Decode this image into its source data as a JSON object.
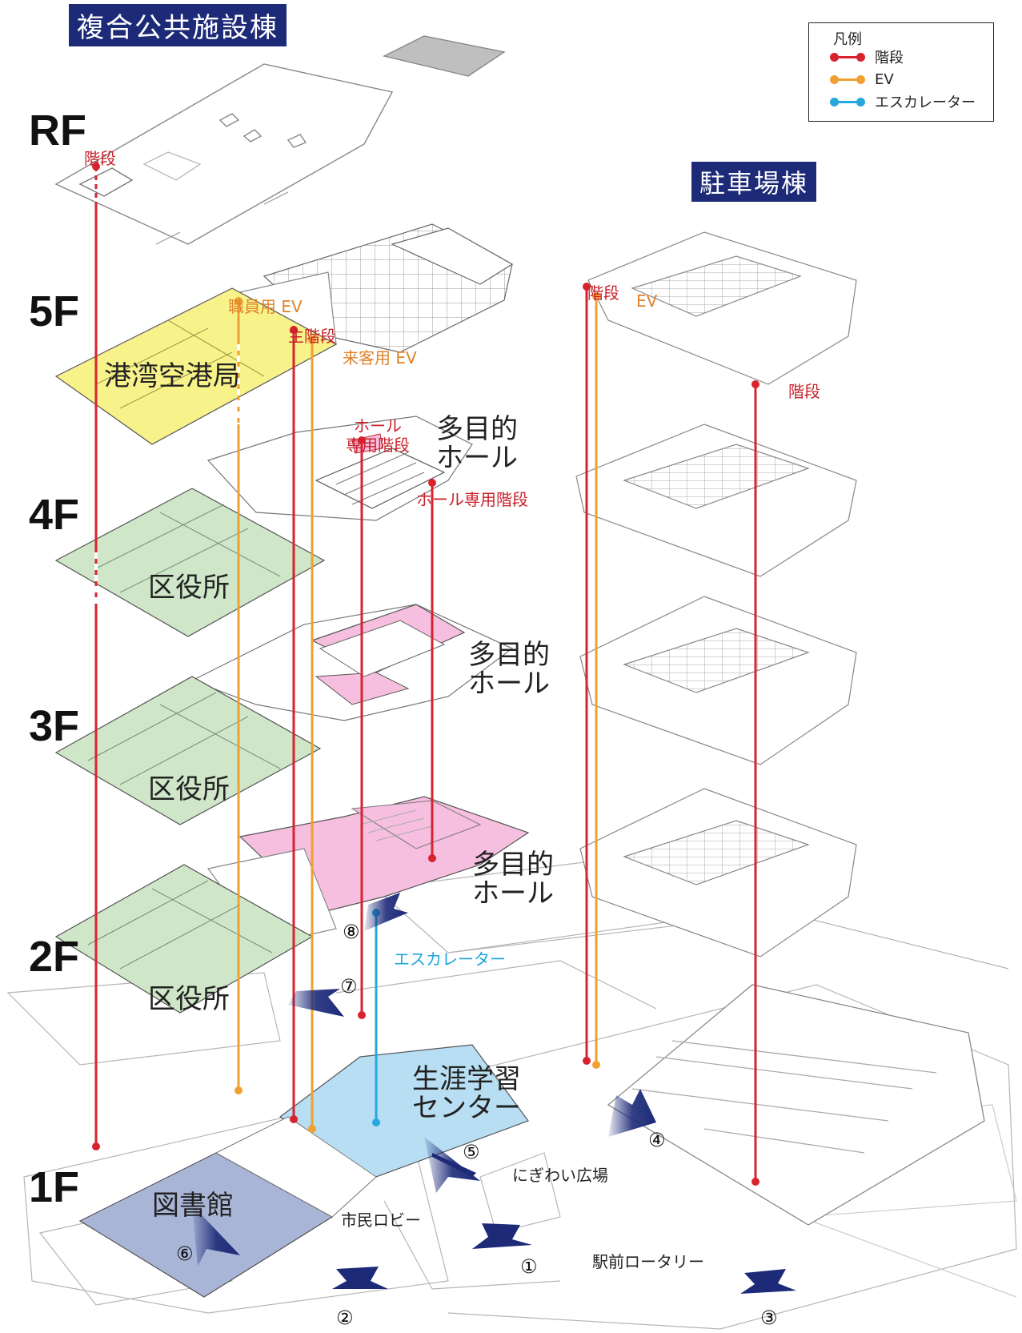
{
  "titles": {
    "main_building": "複合公共施設棟",
    "parking_building": "駐車場棟"
  },
  "legend": {
    "title": "凡例",
    "items": [
      {
        "label": "階段",
        "color": "#d8232f"
      },
      {
        "label": "EV",
        "color": "#f0a030"
      },
      {
        "label": "エスカレーター",
        "color": "#25a8e0"
      }
    ]
  },
  "floors": [
    "RF",
    "5F",
    "4F",
    "3F",
    "2F",
    "1F"
  ],
  "areas": {
    "port_airport": "港湾空港局",
    "ward_office_4f": "区役所",
    "ward_office_3f": "区役所",
    "ward_office_2f": "区役所",
    "hall_4f": "多目的\nホール",
    "hall_3f": "多目的\nホール",
    "hall_2f": "多目的\nホール",
    "lifelong_learning": "生涯学習\nセンター",
    "library": "図書館"
  },
  "labels": {
    "stairs_rf": "階段",
    "staff_ev": "職員用 EV",
    "main_stairs": "主階段",
    "visitor_ev": "来客用 EV",
    "hall_stairs_a": "ホール\n専用階段",
    "hall_stairs_b": "ホール専用階段",
    "escalator": "エスカレーター",
    "citizen_lobby": "市民ロビー",
    "plaza": "にぎわい広場",
    "rotary": "駅前ロータリー",
    "parking_stairs_a": "階段",
    "parking_ev": "EV",
    "parking_stairs_b": "階段"
  },
  "markers": [
    "①",
    "②",
    "③",
    "④",
    "⑤",
    "⑥",
    "⑦",
    "⑧"
  ],
  "colors": {
    "stairs": "#d8232f",
    "ev": "#f0a030",
    "escalator": "#25a8e0",
    "yellow": "#f8f28a",
    "green": "#cfe6c8",
    "pink": "#f6bfe0",
    "blue": "#b8def3",
    "library": "#a9b5d6",
    "arrow": "#1c2a78"
  }
}
